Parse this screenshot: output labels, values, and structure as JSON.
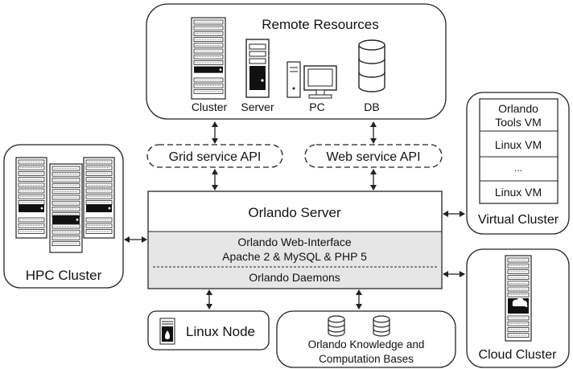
{
  "remote": {
    "title": "Remote Resources",
    "items": [
      "Cluster",
      "Server",
      "PC",
      "DB"
    ]
  },
  "apis": {
    "grid": "Grid service API",
    "web": "Web service API"
  },
  "server": {
    "title": "Orlando Server",
    "web_interface": "Orlando Web-Interface",
    "stack": "Apache 2 & MySQL & PHP 5",
    "daemons": "Orlando Daemons"
  },
  "hpc": {
    "label": "HPC Cluster"
  },
  "virtual": {
    "label": "Virtual Cluster",
    "vm_tools_line1": "Orlando",
    "vm_tools_line2": "Tools VM",
    "vm_linux_1": "Linux VM",
    "vm_ellipsis": "...",
    "vm_linux_2": "Linux VM"
  },
  "linux_node": {
    "label": "Linux Node"
  },
  "knowledge": {
    "line1": "Orlando Knowledge and",
    "line2": "Computation Bases"
  },
  "cloud": {
    "label": "Cloud Cluster"
  },
  "colors": {
    "line": "#222222",
    "panel_fill": "#ffffff",
    "server_inner_fill": "#e6e6e6",
    "rack_dark": "#111111",
    "rack_light": "#ffffff"
  }
}
